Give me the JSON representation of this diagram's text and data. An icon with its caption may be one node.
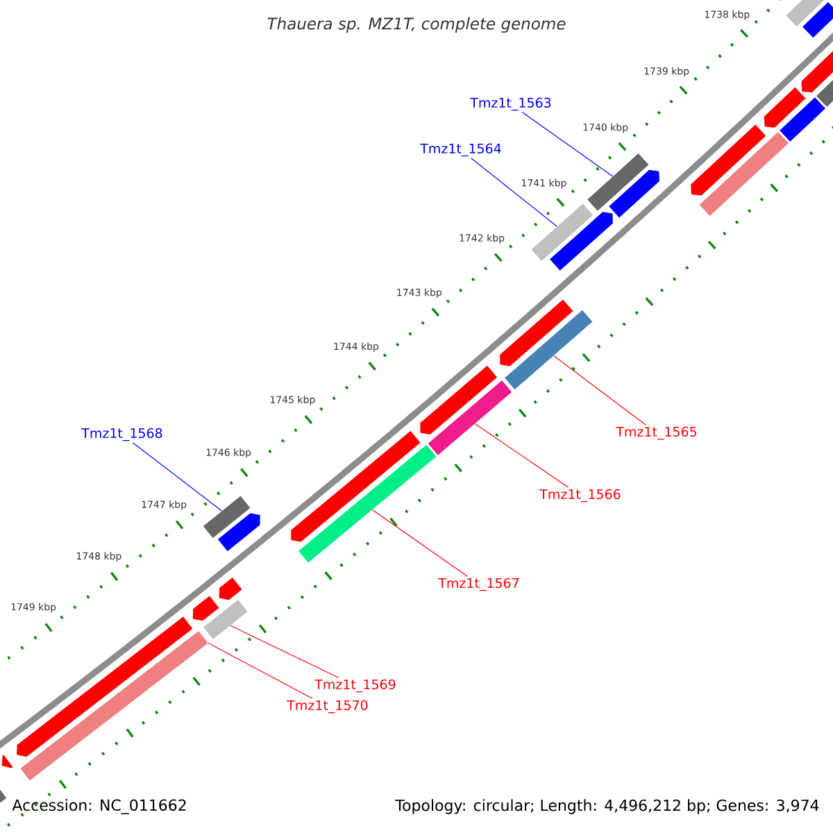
{
  "diagram": {
    "title": "Thauera sp. MZ1T, complete genome",
    "nodes": [
      {
        "text": [
          "Tmz1t_1563"
        ]
      },
      {
        "text": [
          "Tmz1t_1564"
        ]
      },
      {
        "text": [
          "Tmz1t_1565"
        ]
      },
      {
        "text": [
          "Tmz1t_1568"
        ]
      },
      {
        "text": [
          "Tmz1t_1566"
        ]
      },
      {
        "text": [
          "Tmz1t_1567"
        ]
      },
      {
        "text": [
          "Tmz1t_1569"
        ]
      },
      {
        "text": [
          "Tmz1t_1570"
        ]
      },
      {
        "text": [],
        "shape": "bar"
      },
      {
        "text": [],
        "shape": "bar"
      },
      {
        "text": [],
        "shape": "bar"
      },
      {
        "text": [],
        "shape": "bar"
      },
      {
        "text": [],
        "shape": "bar"
      },
      {
        "text": [],
        "shape": "pentagon"
      },
      {
        "text": [],
        "shape": "pentagon"
      },
      {
        "text": [],
        "shape": "pentagon"
      },
      {
        "text": [],
        "shape": "pentagon"
      },
      {
        "text": [],
        "shape": "pentagon"
      },
      {
        "text": [],
        "shape": "pentagon"
      },
      {
        "text": [],
        "shape": "pentagon"
      },
      {
        "text": [],
        "shape": "pentagon"
      },
      {
        "text": [],
        "shape": "pentagon"
      },
      {
        "text": [],
        "shape": "pentagon"
      },
      {
        "text": [],
        "shape": "pentagon"
      },
      {
        "text": [],
        "shape": "pentagon"
      },
      {
        "text": [],
        "shape": "pentagon"
      },
      {
        "text": [],
        "shape": "bar"
      },
      {
        "text": [],
        "shape": "bar"
      },
      {
        "text": [],
        "shape": "bar"
      },
      {
        "text": [],
        "shape": "bar"
      },
      {
        "text": [],
        "shape": "bar"
      },
      {
        "text": [],
        "shape": "bar"
      },
      {
        "text": [],
        "shape": "bar"
      },
      {
        "text": [],
        "shape": "bar"
      },
      {
        "text": [],
        "shape": "bar"
      }
    ],
    "edges": [
      {
        "from": 0,
        "to": 9,
        "arrow": "none",
        "color": "#0000ff"
      },
      {
        "from": 1,
        "to": 10,
        "arrow": "none",
        "color": "#0000ff"
      },
      {
        "from": 2,
        "to": 29,
        "arrow": "none"
      },
      {
        "from": 3,
        "to": 11,
        "arrow": "none",
        "color": "#0000ff"
      },
      {
        "from": 4,
        "to": 30,
        "arrow": "none"
      },
      {
        "from": 5,
        "to": 31,
        "arrow": "none"
      },
      {
        "from": 6,
        "to": 32,
        "arrow": "none"
      },
      {
        "from": 7,
        "to": 33,
        "arrow": "none"
      }
    ],
    "labels": [
      "1738 kbp",
      "1739 kbp",
      "1740 kbp",
      "1741 kbp",
      "1742 kbp",
      "1743 kbp",
      "1744 kbp",
      "1745 kbp",
      "1746 kbp",
      "1747 kbp",
      "1748 kbp",
      "1749 kbp",
      "Accession: NC_011662",
      "Topology: circular; Length: 4,496,212 bp; Genes: 3,974"
    ]
  }
}
